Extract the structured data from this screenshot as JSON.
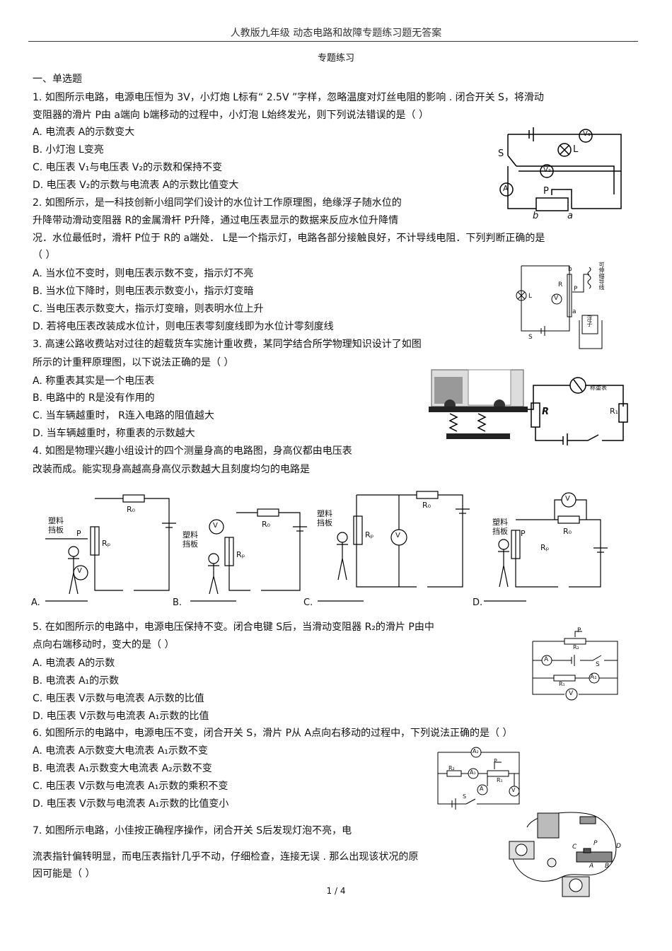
{
  "header": {
    "text": "人教版九年级     动态电路和故障专题练习题无答案"
  },
  "title": "专题练习",
  "section": "一、单选题",
  "questions": [
    {
      "stem": [
        "1.  如图所示电路，电源电压恒为      3V，小灯炮  L标有“ 2.5V ”字样，忽略温度对灯丝电阻的影响      .  闭合开关  S，将滑动",
        "变阻器的滑片     P由 a端向 b端移动的过程中，小灯泡      L始终发光，则下列说法错误的是（            ）"
      ],
      "options": [
        "A. 电流表  A的示数变大",
        "B. 小灯泡  L变亮",
        "C. 电压表  V₁与电压表   V₂的示数和保持不变",
        "D. 电压表  V₂的示数与电流表     A的示数比值变大"
      ]
    },
    {
      "stem": [
        "2.  如图所示，是一科技创新小组同学们设计的水位计工作原理图，绝缘浮子随水位的",
        "升降带动滑动变阻器      R的金属滑杆   P升降，通过电压表显示的数据来反应水位升降情",
        "况．水位最低时，滑杆      P位于  R的  a端处．  L是一个指示灯，电路各部分接触良好，不计导线电阻．下列判断正确的是",
        "（        ）"
      ],
      "options": [
        "A. 当水位不变时，则电压表示数不变，指示灯不亮",
        "B. 当水位下降时，则电压表示数变小，指示灯变暗",
        "C. 当电压表示数变大，指示灯变暗，则表明水位上升",
        "D. 若将电压表改装成水位计，则电压表零刻度线即为水位计零刻度线"
      ]
    },
    {
      "stem": [
        "3.  高速公路收费站对过往的超载货车实施计重收费，某同学结合所学物理知识设计了如图",
        "所示的计重秤原理图，以下说法正确的是（              ）"
      ],
      "options": [
        "A. 称重表其实是一个电压表",
        "B. 电路中的   R是没有作用的",
        "C. 当车辆越重时，    R连入电路的阻值越大",
        "D. 当车辆越重时，称重表的示数越大"
      ]
    },
    {
      "stem": [
        "4.  如图是物理兴趣小组设计的四个测量身高的电路图，身高仪都由电压表",
        "改装而成。能实现身高越高身高仪示数越大且刻度均匀的电路是"
      ],
      "options": [
        "A.",
        "B.",
        "C.",
        "D."
      ]
    },
    {
      "stem": [
        "5.  在如图所示的电路中，电源电压保持不变。闭合电键        S后，当滑动变阻器    R₂的滑片  P由中",
        "点向右端移动时，变大的是（            ）"
      ],
      "options": [
        "A. 电流表  A的示数",
        "B. 电流表  A₁的示数",
        "C. 电压表  V示数与电流表    A示数的比值",
        "D. 电压表  V示数与电流表    A₁示数的比值"
      ]
    },
    {
      "stem": [
        "6.  如图所示的电路中，电源电压不变，闭合开关        S，滑片  P从 A点向右移动的过程中，下列说法正确的是（          ）"
      ],
      "options": [
        "A.  电流表  A示数变大电流表    A₁示数不变",
        "B.  电流表  A₁示数变大电流表    A₂示数不变",
        "C.  电压表  V示数与电流表    A₁示数的乘积不变",
        "D.  电压表  V示数与电流表    A₁示数的比值变小"
      ]
    },
    {
      "stem": [
        "7.  如图所示电路，小佳按正确程序操作，闭合开关       S后发现灯泡不亮，电",
        "流表指针偏转明显，而电压表指针几乎不动，仔细检查，连接无误          . 那么出现该状况的原",
        "因可能是（        ）"
      ],
      "options": []
    }
  ],
  "figure_labels": {
    "q1": [
      "S",
      "L",
      "V₁",
      "V₂",
      "A",
      "P",
      "b",
      "a"
    ],
    "q2": [
      "L",
      "R",
      "V",
      "P",
      "b",
      "a",
      "S",
      "浮子",
      "可伸缩导线"
    ],
    "q3": [
      "称重表",
      "R",
      "R₁"
    ],
    "q4": [
      "塑料挡板",
      "P",
      "R₀",
      "Rₚ",
      "V"
    ],
    "q5": [
      "P",
      "R₂",
      "A",
      "S",
      "R₁",
      "A₁",
      "V"
    ],
    "q6": [
      "A₂",
      "R₂",
      "A₁",
      "P",
      "A",
      "R₁",
      "V",
      "S"
    ],
    "q7": [
      "C",
      "P",
      "D",
      "A",
      "B"
    ]
  },
  "footer": "1 / 4"
}
